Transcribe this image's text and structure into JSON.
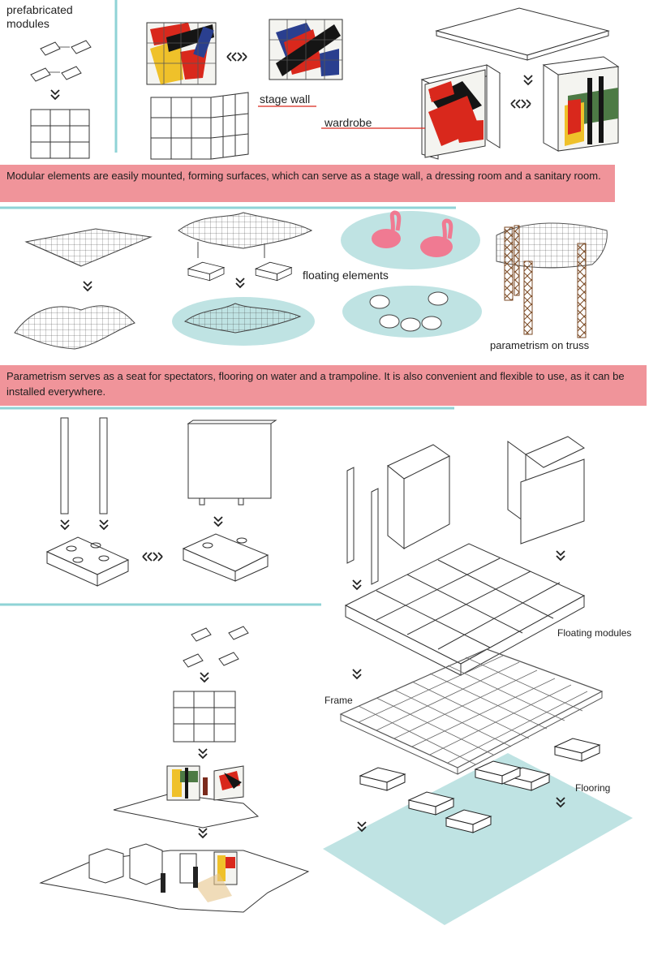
{
  "labels": {
    "prefabricated_modules": "prefabricated modules",
    "stage_wall": "stage wall",
    "wardrobe": "wardrobe",
    "floating_elements": "floating elements",
    "parametrism_on_truss": "parametrism on truss",
    "floating_modules": "Floating modules",
    "frame": "Frame",
    "flooring": "Flooring"
  },
  "captions": {
    "modular": "Modular elements are easily mounted, forming surfaces, which can serve as a stage wall, a dressing room and a sanitary room.",
    "parametrism": "Parametrism serves as a seat for spectators, flooring on water and a trampoline. It is also convenient and flexible to use, as it can be installed everywhere."
  },
  "colors": {
    "band": "#f0949a",
    "divider": "#8fd3d6",
    "water": "#bfe3e3",
    "art_red": "#d9281c",
    "art_yellow": "#efc12a",
    "art_black": "#151515",
    "art_blue": "#2a3f8f",
    "art_green": "#4d7a45",
    "truss": "#7b4a24",
    "flamingo": "#f07a92"
  },
  "icons": [
    "arrow-down-icon",
    "swap-arrows-icon",
    "flamingo-icon",
    "truss-icon"
  ]
}
